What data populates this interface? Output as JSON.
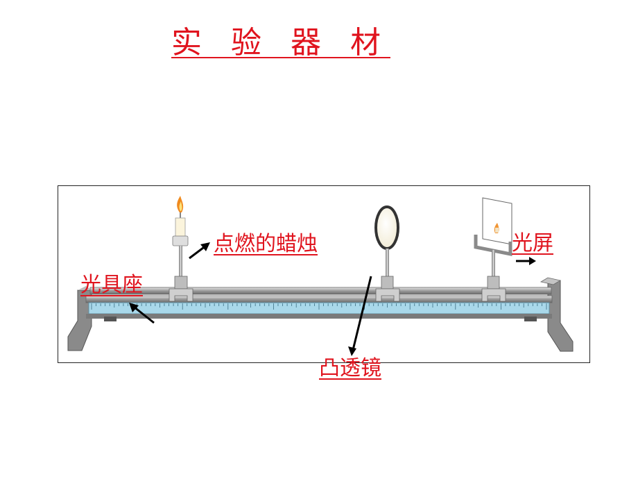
{
  "title": "实 验 器 材",
  "labels": {
    "candle": "点燃的蜡烛",
    "bench": "光具座",
    "screen": "光屏",
    "lens": "凸透镜"
  },
  "colors": {
    "label_red": "#e0141e",
    "rail_gray": "#8c8c8c",
    "scale_blue": "#a9d8ea"
  },
  "icons": [
    "candle-icon",
    "convex-lens-icon",
    "light-screen-icon",
    "optical-bench-icon"
  ]
}
